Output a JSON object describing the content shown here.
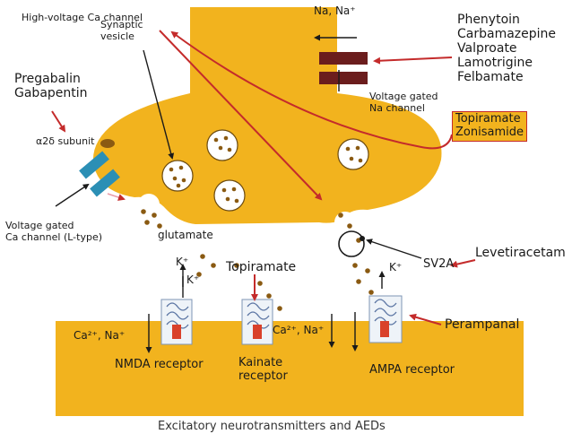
{
  "labels": {
    "high_voltage_ca": "High-voltage Ca channel",
    "synaptic_vesicle": [
      "Synaptic",
      "vesicle"
    ],
    "pregabalin": "Pregabalin",
    "gabapentin": "Gabapentin",
    "a2d_subunit": "α2δ subunit",
    "vg_ca_channel": [
      "Voltage gated",
      "Ca channel (L-type)"
    ],
    "glutamate": "glutamate",
    "k_plus_1": "K⁺",
    "k_plus_2": "K⁺",
    "k_plus_3": "K⁺",
    "na_top": "Na, Na⁺",
    "na_drugs": [
      "Phenytoin",
      "Carbamazepine",
      "Valproate",
      "Lamotrigine",
      "Felbamate"
    ],
    "vg_na_channel": [
      "Voltage gated",
      "Na channel"
    ],
    "topiramate_box": [
      "Topiramate",
      "Zonisamide"
    ],
    "levetiracetam": "Levetiracetam",
    "sv2a": "SV2A",
    "topiramate_mid": "Topiramate",
    "perampanel": "Perampanal",
    "ca_na_1": "Ca²⁺, Na⁺",
    "ca_na_2": "Ca²⁺, Na⁺",
    "nmda": "NMDA receptor",
    "kainate": [
      "Kainate",
      "receptor"
    ],
    "ampa": "AMPA receptor",
    "caption": "Excitatory neurotransmitters and AEDs"
  },
  "colors": {
    "neuron": "#f2b31e",
    "arrow_red": "#c42b2b",
    "na_channel": "#6b1d1d",
    "ca_channel": "#2b8fb5",
    "vesicle_dot": "#8a5a12"
  },
  "icons": {
    "receptor": "receptor-icon",
    "channel": "channel-icon"
  }
}
